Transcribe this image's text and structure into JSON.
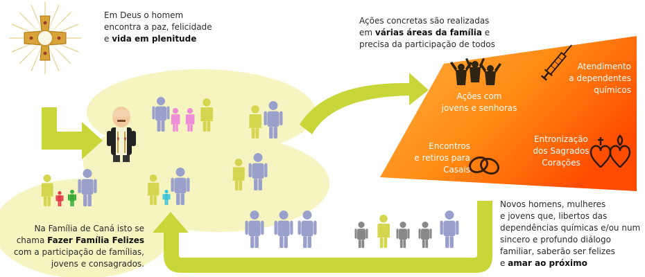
{
  "colors": {
    "lime": "#c8d63a",
    "pale_yellow": "#f5f3b8",
    "orange_light": "#ffb347",
    "orange_dark": "#ff5a00",
    "person_blue": "#9aa0cc",
    "person_yellow": "#d4d650",
    "person_pink": "#ee8ed8",
    "person_gray": "#888888"
  },
  "top_text": {
    "line1": "Em Deus o homem",
    "line2": "encontra a paz, felicidade",
    "line3_prefix": "e ",
    "line3_bold": "vida em plenitude"
  },
  "actions_text": {
    "line1": "Ações concretas são realizadas",
    "line2_prefix": "em ",
    "line2_bold": "várias áreas da família",
    "line2_suffix": " e",
    "line3": "precisa da participação de todos"
  },
  "areas": {
    "jovens": {
      "line1": "Ações com",
      "line2": "jovens e senhoras",
      "icon": "people-cheering-icon"
    },
    "dependentes": {
      "line1": "Atendimento",
      "line2": "a dependentes",
      "line3": "químicos",
      "icon": "syringe-icon"
    },
    "encontros": {
      "line1": "Encontros",
      "line2": "e retiros para",
      "line3": "Casais",
      "icon": "wedding-rings-icon"
    },
    "entronizacao": {
      "line1": "Entronização",
      "line2": "dos Sagrados",
      "line3": "Corações",
      "icon": "sacred-hearts-icon"
    }
  },
  "cana_text": {
    "line1": "Na Família de Caná isto se",
    "line2_prefix": "chama ",
    "line2_bold": "Fazer Família Felizes",
    "line3": "com a participação de famílias,",
    "line4": "jovens e consagrados."
  },
  "novos_text": {
    "line1": "Novos homens, mulheres",
    "line2": "e jovens que, libertos das",
    "line3": "dependências químicas e/ou num",
    "line4": "sincero e profundo diálogo",
    "line5": "familiar, saberão ser felizes",
    "line6_prefix": "e ",
    "line6_bold": "amar ao próximo"
  }
}
